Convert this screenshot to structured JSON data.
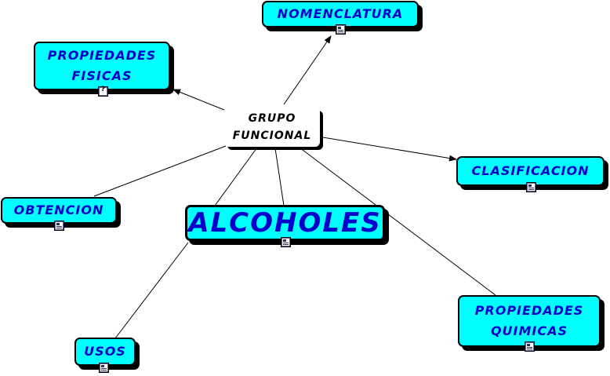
{
  "hub": {
    "line1": "GRUPO",
    "line2": "FUNCIONAL"
  },
  "nodes": {
    "nomenclatura": {
      "label": "NOMENCLATURA",
      "icon": "document-icon"
    },
    "propiedades_fisicas": {
      "line1": "PROPIEDADES",
      "line2": "FISICAS",
      "icon": "question-document-icon"
    },
    "clasificacion": {
      "label": "CLASIFICACION",
      "icon": "document-icon"
    },
    "obtencion": {
      "label": "OBTENCION",
      "icon": "document-icon"
    },
    "alcoholes": {
      "label": "ALCOHOLES",
      "icon": "document-icon"
    },
    "propiedades_quimicas": {
      "line1": "PROPIEDADES",
      "line2": "QUIMICAS",
      "icon": "document-icon"
    },
    "usos": {
      "label": "USOS",
      "icon": "document-icon"
    }
  },
  "colors": {
    "node_fill": "#00ffff",
    "node_text": "#0000cc",
    "outline": "#000000",
    "hub_fill": "#ffffff"
  }
}
